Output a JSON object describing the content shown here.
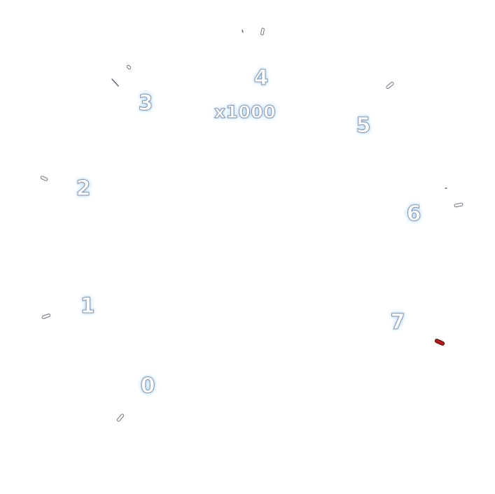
{
  "gauge": {
    "multiplier": "x1000",
    "labels": [
      "0",
      "1",
      "2",
      "3",
      "4",
      "5",
      "6",
      "7"
    ],
    "needle_color": "#c01818",
    "needle_value": 7.3
  }
}
